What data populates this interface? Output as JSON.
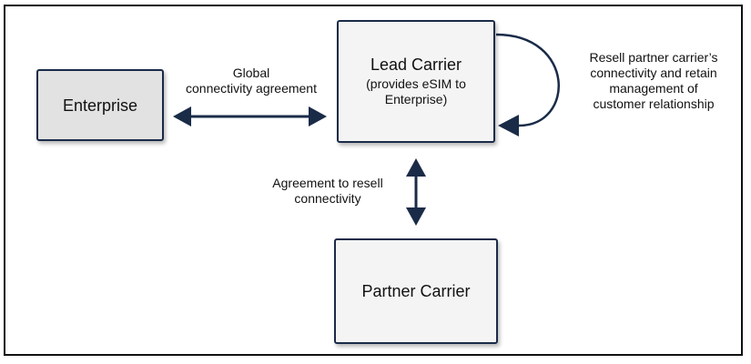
{
  "nodes": {
    "enterprise": {
      "title": "Enterprise"
    },
    "lead_carrier": {
      "title": "Lead Carrier",
      "subtitle_line1": "(provides eSIM to",
      "subtitle_line2": "Enterprise)"
    },
    "partner_carrier": {
      "title": "Partner Carrier"
    }
  },
  "edges": {
    "global_agreement": {
      "line1": "Global",
      "line2": "connectivity agreement"
    },
    "resell_agreement": {
      "line1": "Agreement to resell",
      "line2": "connectivity"
    },
    "self_loop": {
      "line1": "Resell partner carrier’s",
      "line2": "connectivity and retain",
      "line3": "management of",
      "line4": "customer relationship"
    }
  },
  "colors": {
    "arrow": "#1a2b48",
    "box_border": "#1a2b48",
    "enterprise_fill": "#e2e2e2",
    "carrier_fill": "#f4f4f4"
  }
}
